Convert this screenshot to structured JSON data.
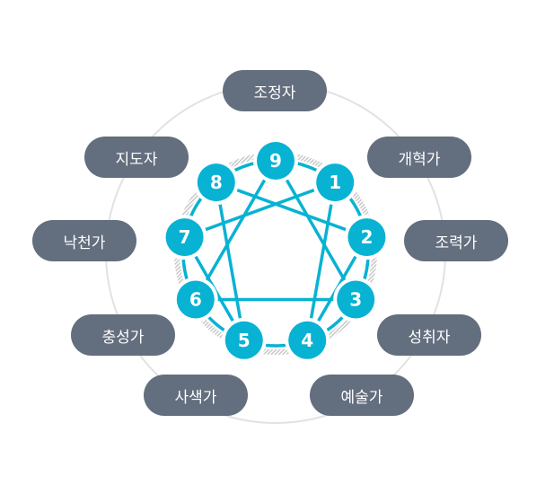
{
  "colors": {
    "accent": "#08b2d3",
    "pill": "#636e7e",
    "ring": "#e2e2e2"
  },
  "types": [
    {
      "number": "9",
      "label": "조정자"
    },
    {
      "number": "1",
      "label": "개혁가"
    },
    {
      "number": "2",
      "label": "조력가"
    },
    {
      "number": "3",
      "label": "성취자"
    },
    {
      "number": "4",
      "label": "예술가"
    },
    {
      "number": "5",
      "label": "사색가"
    },
    {
      "number": "6",
      "label": "충성가"
    },
    {
      "number": "7",
      "label": "낙천가"
    },
    {
      "number": "8",
      "label": "지도자"
    }
  ],
  "connections": [
    [
      "1",
      "4"
    ],
    [
      "4",
      "2"
    ],
    [
      "2",
      "8"
    ],
    [
      "8",
      "5"
    ],
    [
      "5",
      "7"
    ],
    [
      "7",
      "1"
    ],
    [
      "9",
      "3"
    ],
    [
      "3",
      "6"
    ],
    [
      "6",
      "9"
    ]
  ]
}
